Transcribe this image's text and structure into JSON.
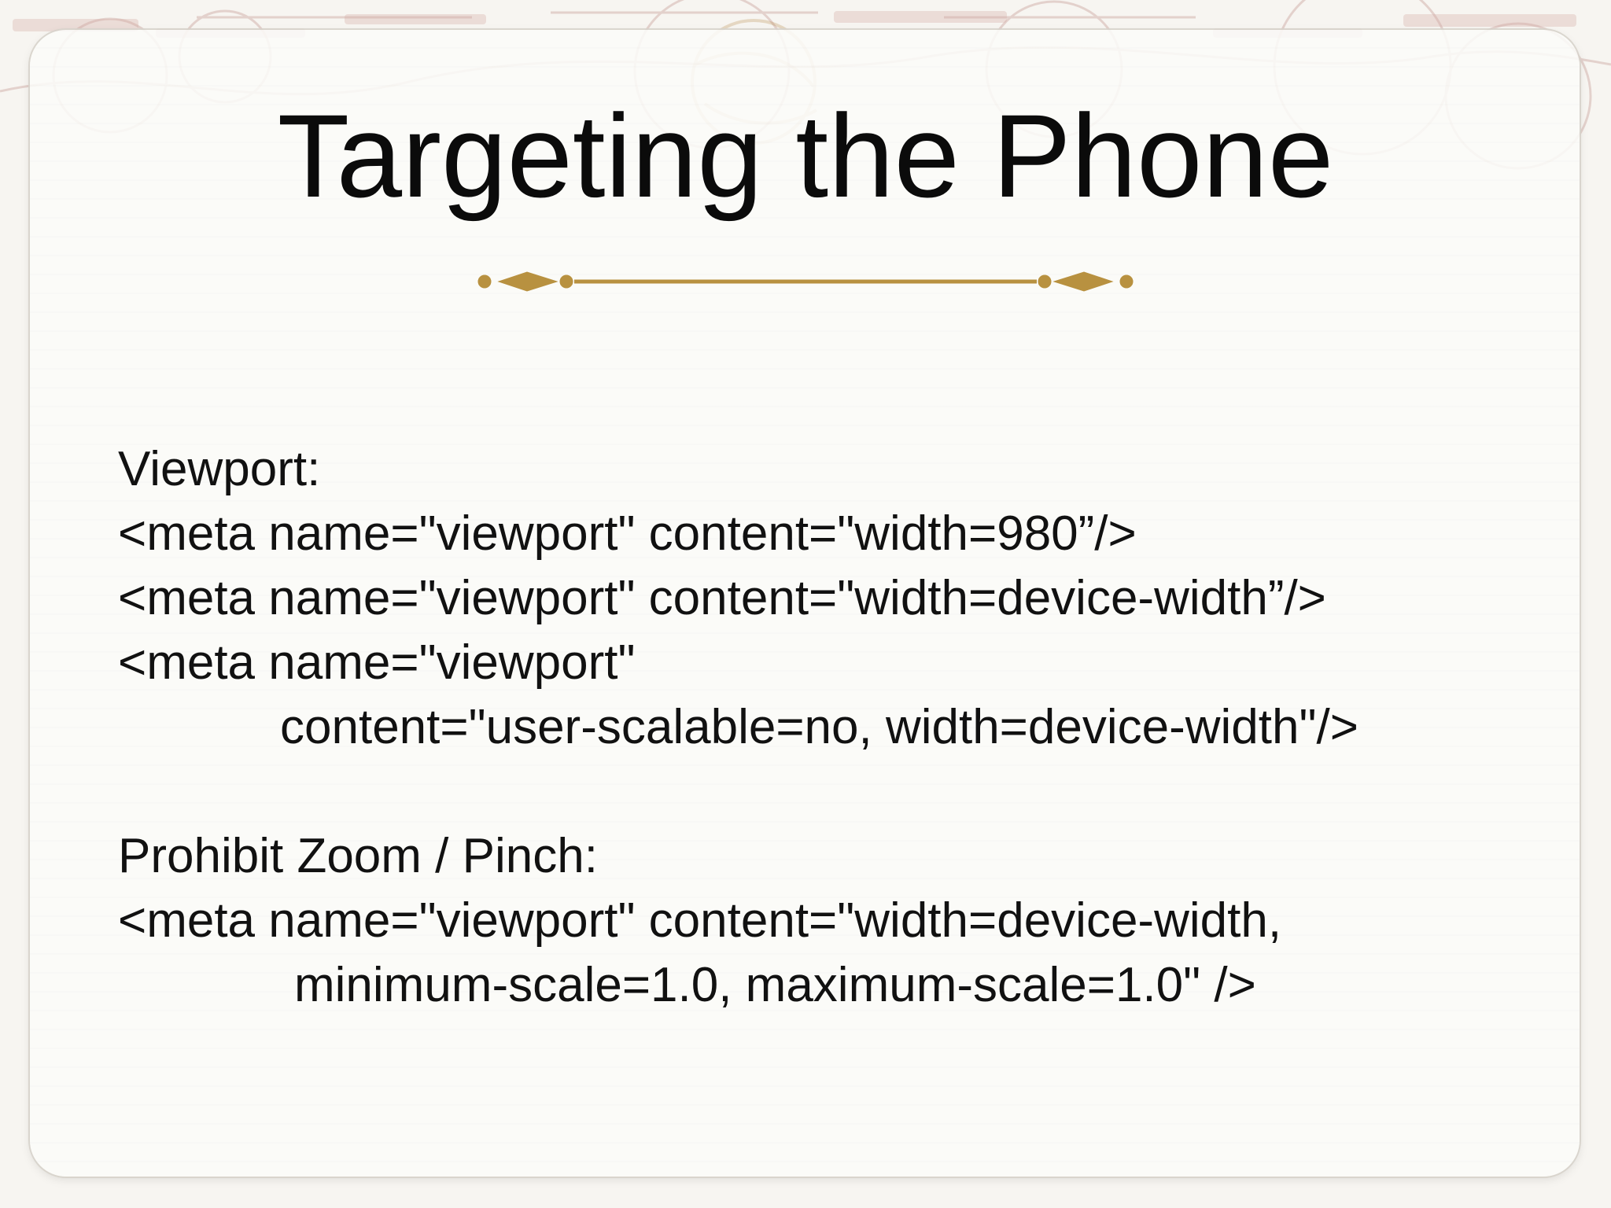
{
  "slide": {
    "title": "Targeting the Phone",
    "body": {
      "viewport_heading": "Viewport:",
      "viewport_line_1": "<meta name=\"viewport\" content=\"width=980”/>",
      "viewport_line_2": "<meta name=\"viewport\" content=\"width=device-width”/>",
      "viewport_line_3": "<meta name=\"viewport\"",
      "viewport_line_4": "content=\"user-scalable=no, width=device-width\"/>",
      "zoom_heading": "Prohibit Zoom / Pinch:",
      "zoom_line_1": "<meta name=\"viewport\" content=\"width=device-width,",
      "zoom_line_2": "minimum-scale=1.0, maximum-scale=1.0\" />"
    }
  },
  "colors": {
    "title_text": "#0b0b0b",
    "body_text": "#111111",
    "ornament_gold": "#b89140",
    "stamp_red": "#c9a19a"
  }
}
